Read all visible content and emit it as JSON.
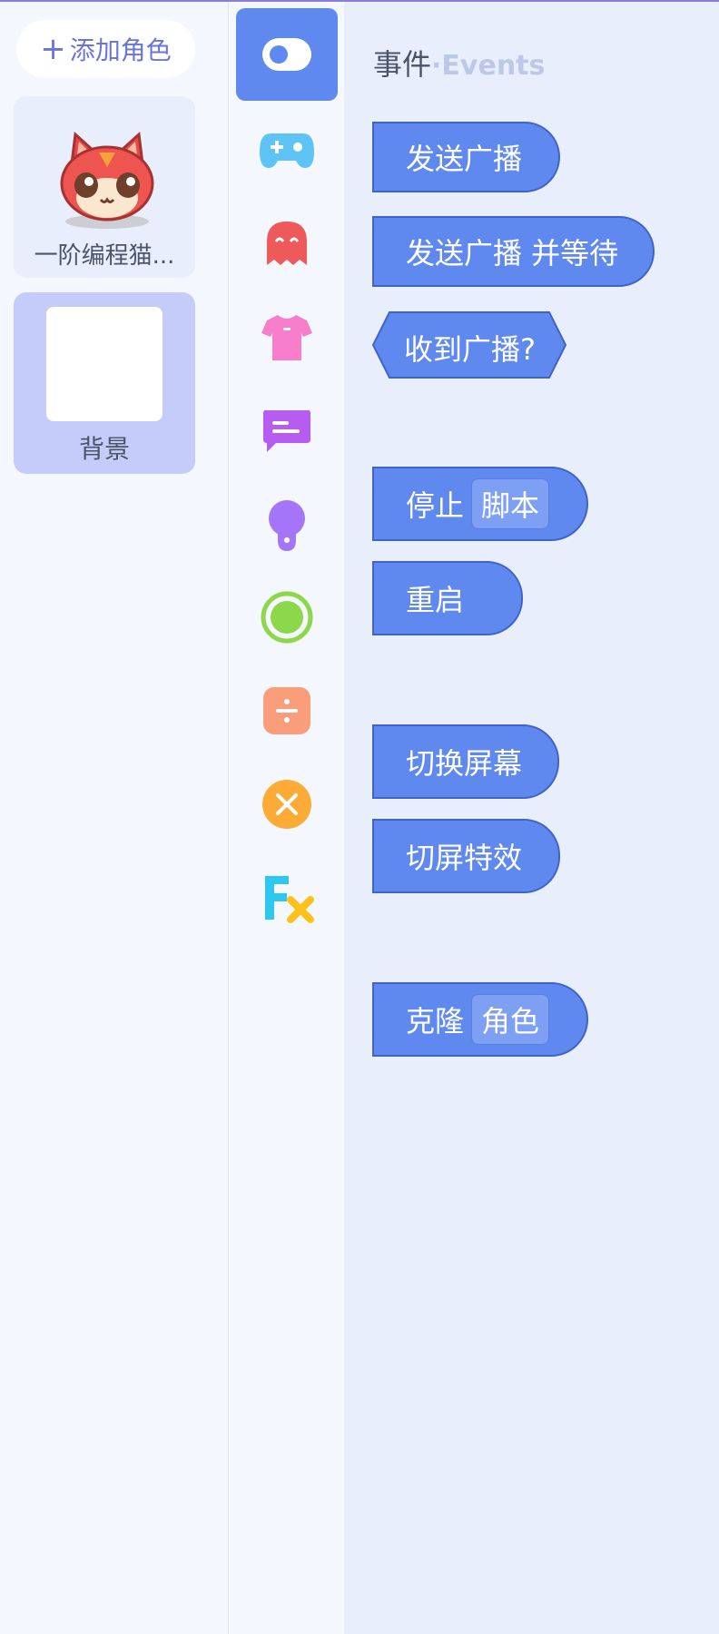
{
  "colors": {
    "block_fill": "#6089ef",
    "block_border": "#3f63c6",
    "active_category": "#6089ef",
    "stage_card_bg": "#c5ccfa",
    "accent_text": "#6a74dd"
  },
  "sprites": {
    "add_button": {
      "icon": "plus-icon",
      "label": "添加角色"
    },
    "items": [
      {
        "name": "一阶编程猫...",
        "icon": "cat-avatar",
        "selected": false
      }
    ],
    "stage": {
      "name": "背景",
      "selected": true
    }
  },
  "categories": [
    {
      "icon": "events-toggle-icon",
      "active": true
    },
    {
      "icon": "gamepad-icon",
      "active": false
    },
    {
      "icon": "ghost-icon",
      "active": false
    },
    {
      "icon": "tshirt-icon",
      "active": false
    },
    {
      "icon": "speech-bubble-icon",
      "active": false
    },
    {
      "icon": "lightbulb-icon",
      "active": false
    },
    {
      "icon": "ring-icon",
      "active": false
    },
    {
      "icon": "divide-icon",
      "active": false
    },
    {
      "icon": "multiply-icon",
      "active": false
    },
    {
      "icon": "fx-icon",
      "active": false
    }
  ],
  "palette": {
    "title": "事件",
    "title_sep": "·",
    "title_en": "Events",
    "blocks": {
      "broadcast": "发送广播",
      "broadcast_wait": "发送广播 并等待",
      "receive": "收到广播?",
      "stop": "停止",
      "stop_slot": "脚本",
      "restart": "重启",
      "switch_screen": "切换屏幕",
      "screen_effect": "切屏特效",
      "clone": "克隆",
      "clone_slot": "角色"
    }
  }
}
